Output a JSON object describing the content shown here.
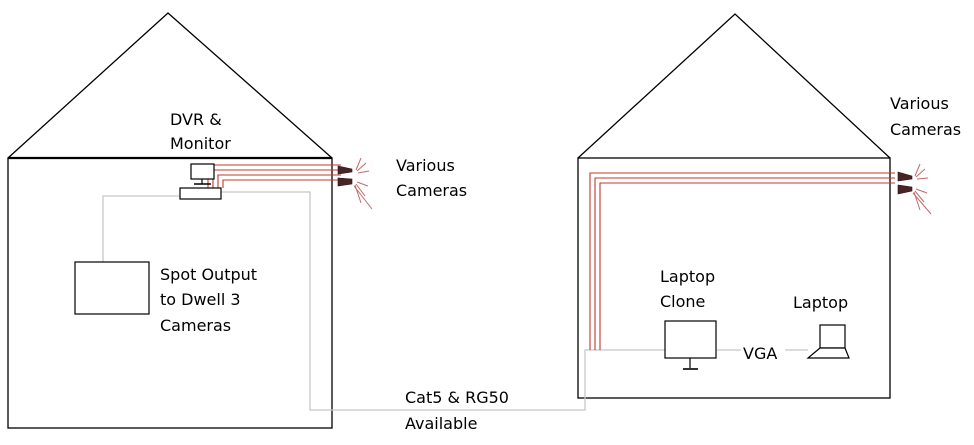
{
  "labels": {
    "dvr_line1": "DVR &",
    "dvr_line2": "Monitor",
    "cameras_left_line1": "Various",
    "cameras_left_line2": "Cameras",
    "spot_line1": "Spot Output",
    "spot_line2": "to Dwell 3",
    "spot_line3": "Cameras",
    "cable_line1": "Cat5 & RG50",
    "cable_line2": "Available",
    "cameras_right_line1": "Various",
    "cameras_right_line2": "Cameras",
    "laptop_clone_line1": "Laptop",
    "laptop_clone_line2": "Clone",
    "laptop": "Laptop",
    "vga": "VGA"
  },
  "colors": {
    "outline": "#000000",
    "camera_cable": "#c0392b",
    "camera_body": "#4a2326",
    "camera_rays": "#c46a6a",
    "network_cable": "#c8c8c8"
  }
}
